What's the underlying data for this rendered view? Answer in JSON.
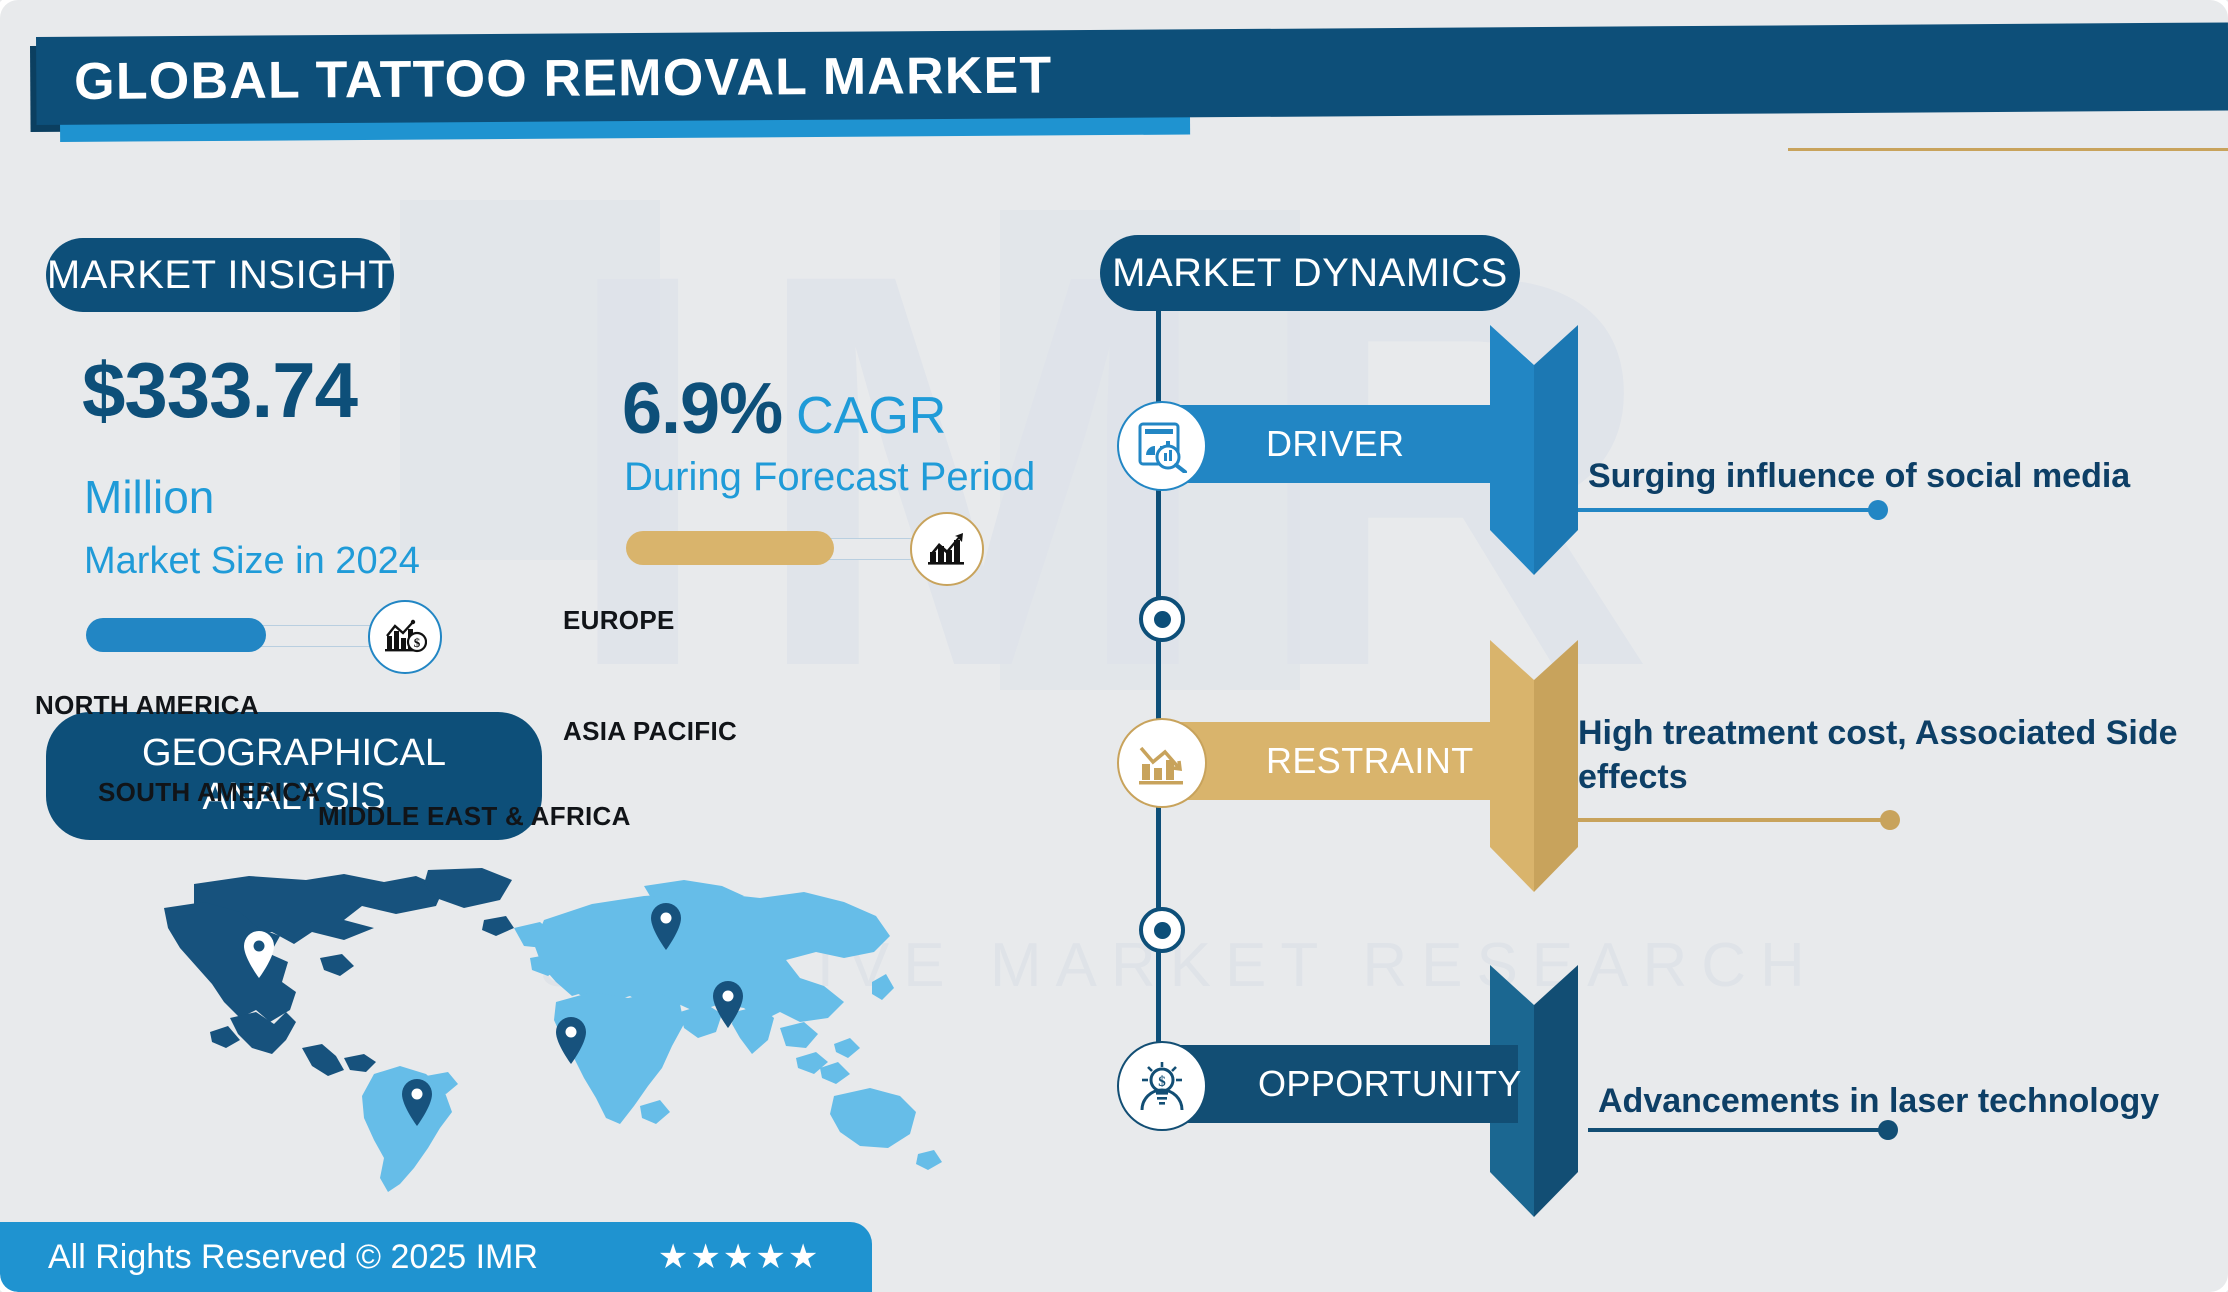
{
  "header": {
    "title": "GLOBAL TATTOO REMOVAL MARKET"
  },
  "watermark": {
    "letters": "IMR",
    "subtitle": "SPECTIVE MARKET RESEARCH"
  },
  "market_insight": {
    "pill_label": "MARKET INSIGHT",
    "market_size_value": "$333.74",
    "market_size_unit": "Million",
    "market_size_label": "Market Size in 2024",
    "market_size_icon": "bar-chart-dollar-icon",
    "cagr_value": "6.9%",
    "cagr_word": "CAGR",
    "cagr_period": "During Forecast Period",
    "cagr_icon": "growth-arrow-chart-icon"
  },
  "geographical": {
    "pill_line1": "GEOGRAPHICAL",
    "pill_line2": "ANALYSIS",
    "regions": [
      {
        "label": "EUROPE"
      },
      {
        "label": "NORTH AMERICA"
      },
      {
        "label": "ASIA PACIFIC"
      },
      {
        "label": "SOUTH AMERICA"
      },
      {
        "label": "MIDDLE EAST & AFRICA"
      }
    ]
  },
  "market_dynamics": {
    "pill_label": "MARKET DYNAMICS",
    "rows": [
      {
        "label": "DRIVER",
        "text": "Surging influence of social media",
        "icon": "report-magnifier-icon",
        "color": "#2286c4"
      },
      {
        "label": "RESTRAINT",
        "text": "High treatment cost, Associated Side effects",
        "icon": "declining-bar-chart-icon",
        "color": "#d9b46c"
      },
      {
        "label": "OPPORTUNITY",
        "text": "Advancements in laser technology",
        "icon": "lightbulb-dollar-icon",
        "color": "#124e74"
      }
    ]
  },
  "footer": {
    "copyright": "All Rights Reserved © 2025 IMR",
    "stars": "★★★★★"
  },
  "colors": {
    "background": "#e8eaec",
    "dark_blue": "#0d4f79",
    "mid_blue": "#2286c4",
    "light_blue": "#1f93d0",
    "gold": "#d9b46c",
    "map_dark": "#17527d",
    "map_light": "#66bde8"
  }
}
